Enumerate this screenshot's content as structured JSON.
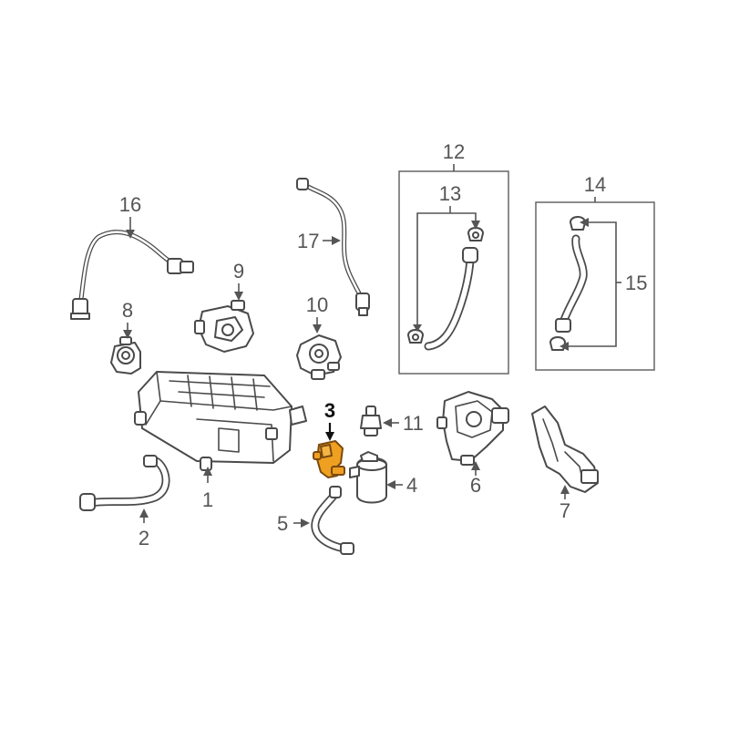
{
  "diagram": {
    "highlight_color": "#f0a020",
    "line_color": "#4a4a4a",
    "callouts": [
      {
        "id": "1",
        "label": "1"
      },
      {
        "id": "2",
        "label": "2"
      },
      {
        "id": "3",
        "label": "3"
      },
      {
        "id": "4",
        "label": "4"
      },
      {
        "id": "5",
        "label": "5"
      },
      {
        "id": "6",
        "label": "6"
      },
      {
        "id": "7",
        "label": "7"
      },
      {
        "id": "8",
        "label": "8"
      },
      {
        "id": "9",
        "label": "9"
      },
      {
        "id": "10",
        "label": "10"
      },
      {
        "id": "11",
        "label": "11"
      },
      {
        "id": "12",
        "label": "12"
      },
      {
        "id": "13",
        "label": "13"
      },
      {
        "id": "14",
        "label": "14"
      },
      {
        "id": "15",
        "label": "15"
      },
      {
        "id": "16",
        "label": "16"
      },
      {
        "id": "17",
        "label": "17"
      }
    ],
    "highlighted_part": "3"
  }
}
